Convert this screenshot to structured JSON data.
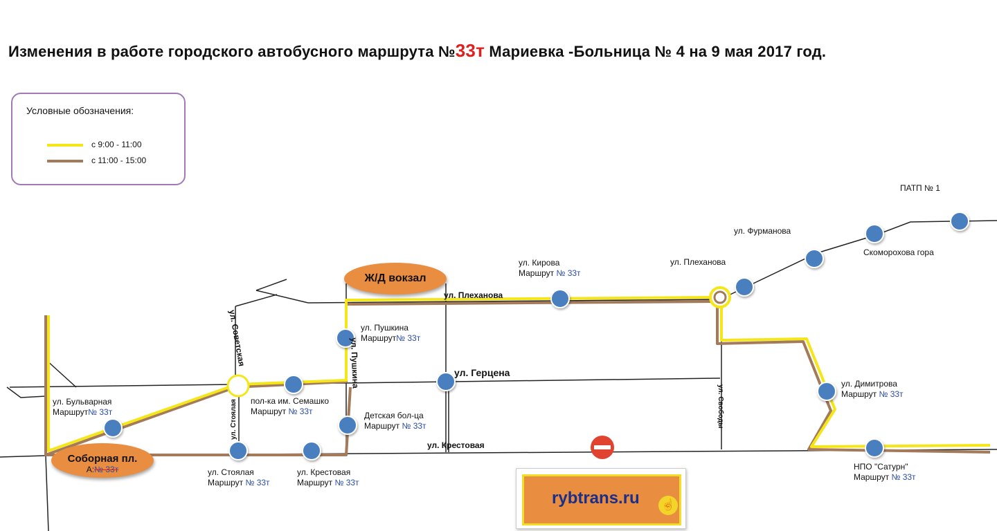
{
  "title": {
    "part1": "Изменения в работе городского автобусного маршрута №",
    "route_number": "33т",
    "part2": "Мариевка -Больница № 4 на 9 мая 2017 год."
  },
  "legend": {
    "heading": "Условные обозначения:",
    "items": [
      {
        "label": "с 9:00 - 11:00",
        "color": "#f5e61a"
      },
      {
        "label": "с 11:00 - 15:00",
        "color": "#a47b5a"
      }
    ]
  },
  "colors": {
    "stop": "#4a7fbf",
    "badge": "#e98d40",
    "no_entry": "#e0432f"
  },
  "places": {
    "zd_vokzal": "Ж/Д вокзал",
    "sobornaya": "Соборная пл.",
    "sobornaya_sub_prefix": "А:",
    "sobornaya_sub_route": "№ 33т",
    "patp": "ПАТП № 1"
  },
  "streets": {
    "plekhanova": "ул. Плеханова",
    "gertsena": "ул. Герцена",
    "krestovaya": "ул. Крестовая",
    "sovetskaya": "ул. Советская",
    "pushkina": "ул. Пушкина",
    "stoyalaya": "ул. Стоялая",
    "svobody": "ул. Свободы"
  },
  "stops": {
    "route_word": "Маршрут",
    "route_num": "№ 33т",
    "bulvarnaya": "ул. Бульварная",
    "semashko": "пол-ка им. Семашко",
    "stoyalaya": "ул. Стоялая",
    "krestovaya": "ул. Крестовая",
    "pushkina": "ул. Пушкина",
    "detskaya": "Детская бол-ца",
    "kirova": "ул. Кирова",
    "plekhanova": "ул. Плеханова",
    "furmanova": "ул. Фурманова",
    "skomorokhova": "Скоморохова гора",
    "dimitrova": "ул. Димитрова",
    "saturn": "НПО \"Сатурн\""
  },
  "website": "rybtrans.ru"
}
